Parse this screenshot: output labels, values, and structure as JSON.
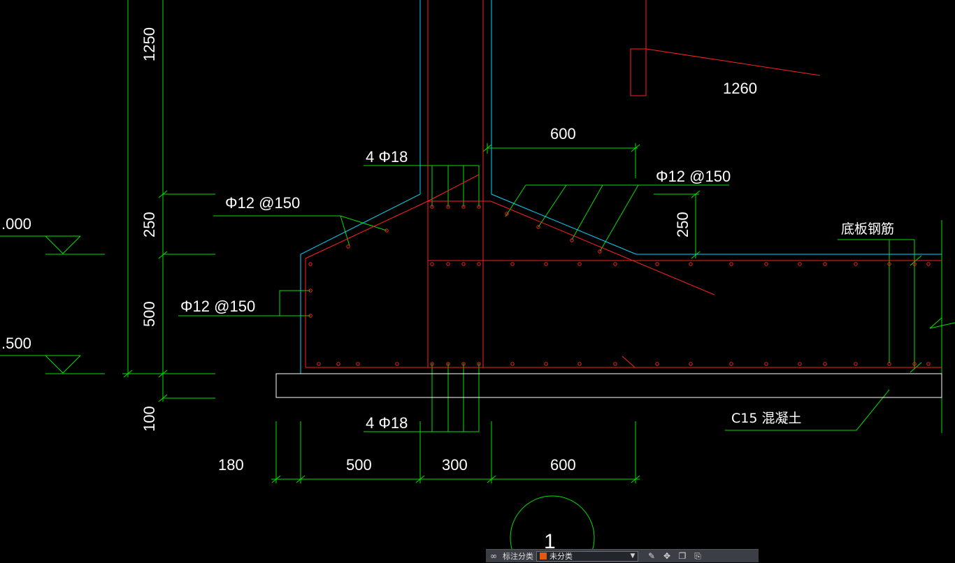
{
  "drawing": {
    "labels": {
      "dim_1250": "1250",
      "dim_250_left": "250",
      "dim_500_left": "500",
      "dim_100_left": "100",
      "elev_000": ".000",
      "elev_500": ".500",
      "dim_1260": "1260",
      "dim_600_top": "600",
      "rebar_4phi18_top": "4 Φ18",
      "rebar_phi12_150_right": "Φ12 @150",
      "rebar_phi12_150_left_upper": "Φ12 @150",
      "rebar_phi12_150_left_lower": "Φ12 @150",
      "dim_250_right": "250",
      "slab_rebar": "底板钢筋",
      "concrete_c15": "C15 混凝土",
      "rebar_4phi18_bottom": "4 Φ18",
      "dim_180": "180",
      "dim_500_bottom": "500",
      "dim_300_bottom": "300",
      "dim_600_bottom": "600",
      "detail_number": "1"
    },
    "colors": {
      "dimension": "#00e000",
      "rebar": "#ff2020",
      "outline": "#00d8ff",
      "text": "#ffffff",
      "background": "#000000"
    }
  },
  "toolbar": {
    "icon_left": "link-icon",
    "label": "标注分类",
    "select_value": "未分类",
    "swatch_color": "#e05a10",
    "tools": [
      "pencil-edit-icon",
      "move-icon",
      "copy-icon",
      "paste-icon"
    ]
  }
}
